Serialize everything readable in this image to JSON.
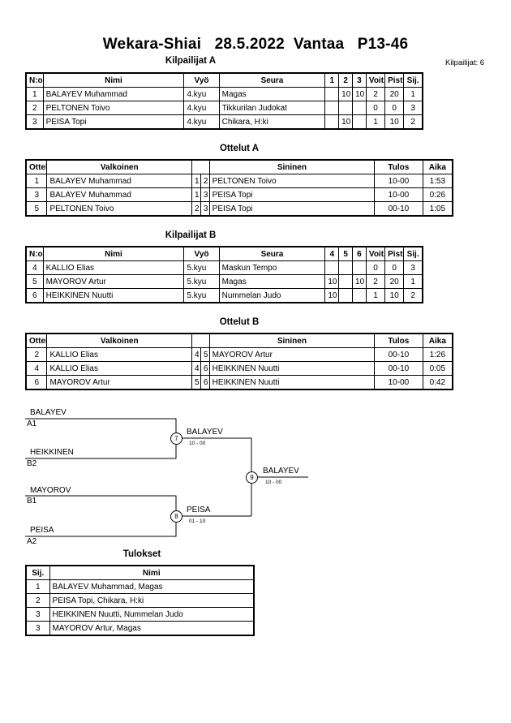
{
  "title": "Wekara-Shiai   28.5.2022  Vantaa   P13-46",
  "competitor_count": "Kilpailijat: 6",
  "pool_a": {
    "heading": "Kilpailijat A",
    "headers": [
      "N:o",
      "Nimi",
      "Vyö",
      "Seura",
      "1",
      "2",
      "3",
      "Voit.",
      "Pist.",
      "Sij."
    ],
    "rows": [
      [
        "1",
        "BALAYEV Muhammad",
        "4.kyu",
        "Magas",
        "",
        "10",
        "10",
        "2",
        "20",
        "1"
      ],
      [
        "2",
        "PELTONEN Toivo",
        "4.kyu",
        "Tikkurilan Judokat",
        "",
        "",
        "",
        "0",
        "0",
        "3"
      ],
      [
        "3",
        "PEISA Topi",
        "4.kyu",
        "Chikara, H:ki",
        "",
        "10",
        "",
        "1",
        "10",
        "2"
      ]
    ]
  },
  "matches_a": {
    "heading": "Ottelut A",
    "headers": [
      "Ottelu",
      "Valkoinen",
      "",
      "",
      "Sininen",
      "Tulos",
      "Aika"
    ],
    "rows": [
      [
        "1",
        "BALAYEV Muhammad",
        "1",
        "2",
        "PELTONEN Toivo",
        "10-00",
        "1:53"
      ],
      [
        "3",
        "BALAYEV Muhammad",
        "1",
        "3",
        "PEISA Topi",
        "10-00",
        "0:26"
      ],
      [
        "5",
        "PELTONEN Toivo",
        "2",
        "3",
        "PEISA Topi",
        "00-10",
        "1:05"
      ]
    ]
  },
  "pool_b": {
    "heading": "Kilpailijat B",
    "headers": [
      "N:o",
      "Nimi",
      "Vyö",
      "Seura",
      "4",
      "5",
      "6",
      "Voit.",
      "Pist.",
      "Sij."
    ],
    "rows": [
      [
        "4",
        "KALLIO Elias",
        "5.kyu",
        "Maskun Tempo",
        "",
        "",
        "",
        "0",
        "0",
        "3"
      ],
      [
        "5",
        "MAYOROV Artur",
        "5.kyu",
        "Magas",
        "10",
        "",
        "10",
        "2",
        "20",
        "1"
      ],
      [
        "6",
        "HEIKKINEN Nuutti",
        "5.kyu",
        "Nummelan Judo",
        "10",
        "",
        "",
        "1",
        "10",
        "2"
      ]
    ]
  },
  "matches_b": {
    "heading": "Ottelut B",
    "headers": [
      "Ottelu",
      "Valkoinen",
      "",
      "",
      "Sininen",
      "Tulos",
      "Aika"
    ],
    "rows": [
      [
        "2",
        "KALLIO Elias",
        "4",
        "5",
        "MAYOROV Artur",
        "00-10",
        "1:26"
      ],
      [
        "4",
        "KALLIO Elias",
        "4",
        "6",
        "HEIKKINEN Nuutti",
        "00-10",
        "0:05"
      ],
      [
        "6",
        "MAYOROV Artur",
        "5",
        "6",
        "HEIKKINEN Nuutti",
        "10-00",
        "0:42"
      ]
    ]
  },
  "bracket": {
    "entries": [
      {
        "name": "BALAYEV",
        "seed": "A1"
      },
      {
        "name": "HEIKKINEN",
        "seed": "B2"
      },
      {
        "name": "MAYOROV",
        "seed": "B1"
      },
      {
        "name": "PEISA",
        "seed": "A2"
      }
    ],
    "semis": [
      {
        "match": "7",
        "winner": "BALAYEV",
        "score": "10 - 00"
      },
      {
        "match": "8",
        "winner": "PEISA",
        "score": "01 - 10"
      }
    ],
    "final": {
      "match": "9",
      "winner": "BALAYEV",
      "score": "10 - 00"
    }
  },
  "results": {
    "heading": "Tulokset",
    "headers": [
      "Sij.",
      "Nimi"
    ],
    "rows": [
      [
        "1",
        "BALAYEV Muhammad, Magas"
      ],
      [
        "2",
        "PEISA Topi, Chikara, H:ki"
      ],
      [
        "3",
        "HEIKKINEN Nuutti, Nummelan Judo"
      ],
      [
        "3",
        "MAYOROV Artur, Magas"
      ]
    ]
  }
}
